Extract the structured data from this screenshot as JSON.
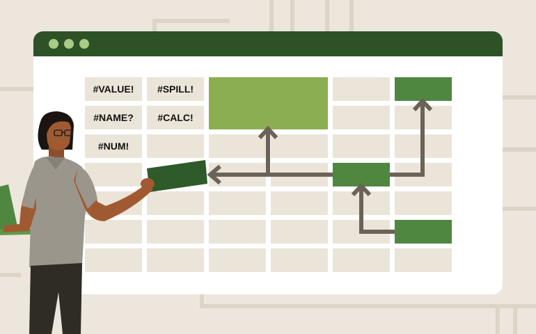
{
  "colors": {
    "background": "#ece6dc",
    "window": "#ffffff",
    "titlebar": "#2f5128",
    "window_dots": "#a9cd86",
    "cell": "#ebe4d9",
    "light_green": "#8bae50",
    "mid_green": "#4f8740",
    "dark_green": "#2f5a2a",
    "arrow": "#6b6358"
  },
  "errors": {
    "value": "#VALUE!",
    "spill": "#SPILL!",
    "name": "#NAME?",
    "calc": "#CALC!",
    "num": "#NUM!"
  },
  "icons": [
    "window-dot-icon",
    "arrow-icon",
    "person-with-laptop-illustration"
  ]
}
